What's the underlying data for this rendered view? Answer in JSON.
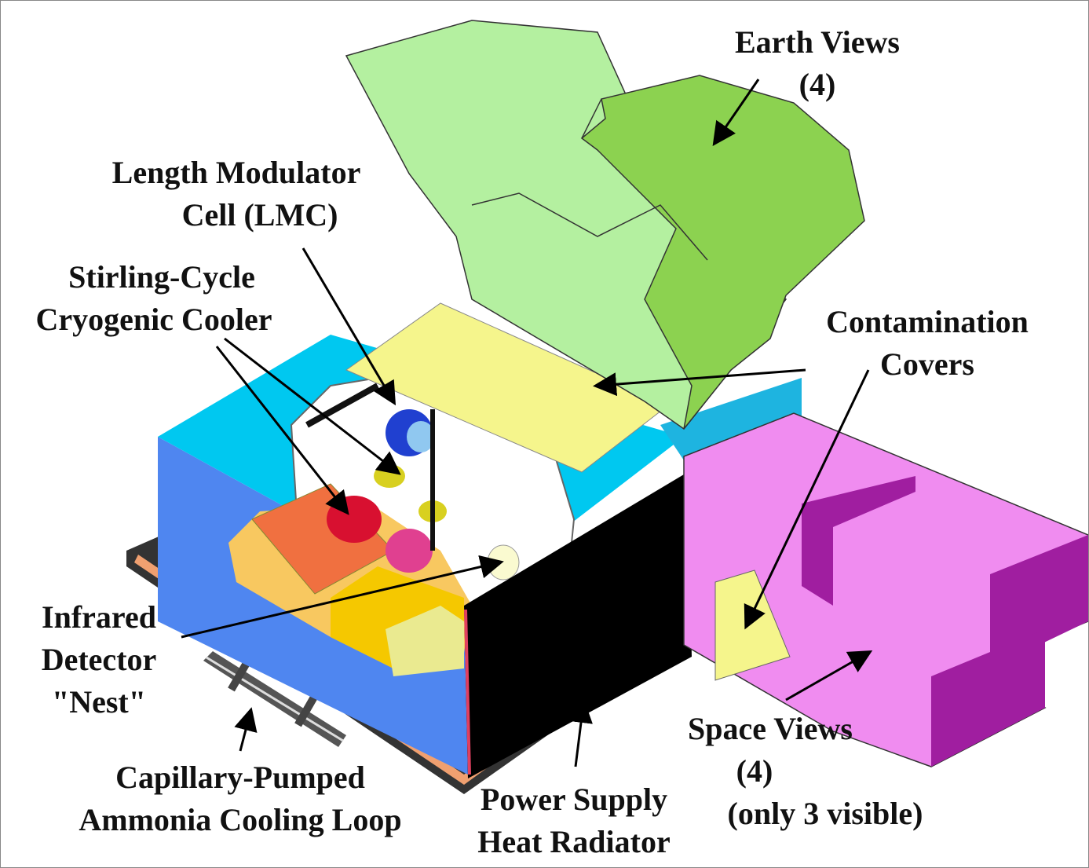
{
  "labels": {
    "earth_views": {
      "line1": "Earth Views",
      "line2": "(4)"
    },
    "lmc": {
      "line1": "Length Modulator",
      "line2": "Cell  (LMC)"
    },
    "cooler": {
      "line1": "Stirling-Cycle",
      "line2": "Cryogenic Cooler"
    },
    "contamination": {
      "line1": "Contamination",
      "line2": "Covers"
    },
    "detector": {
      "line1": "Infrared",
      "line2": "Detector",
      "line3": "\"Nest\""
    },
    "cooling_loop": {
      "line1": "Capillary-Pumped",
      "line2": "Ammonia Cooling Loop"
    },
    "power_supply": {
      "line1": "Power Supply",
      "line2": "Heat Radiator"
    },
    "space_views": {
      "line1": "Space Views",
      "line2": "(4)",
      "line3": "(only 3 visible)"
    }
  },
  "colors": {
    "earth_view_light": "#b4f0a0",
    "earth_view_dark": "#8cd250",
    "box_top": "#00c8f0",
    "box_side": "#4f86f0",
    "cover_yellow": "#f5f58c",
    "space_view_light": "#f08cf0",
    "space_view_dark": "#a01ea0",
    "radiator": "#000000"
  }
}
